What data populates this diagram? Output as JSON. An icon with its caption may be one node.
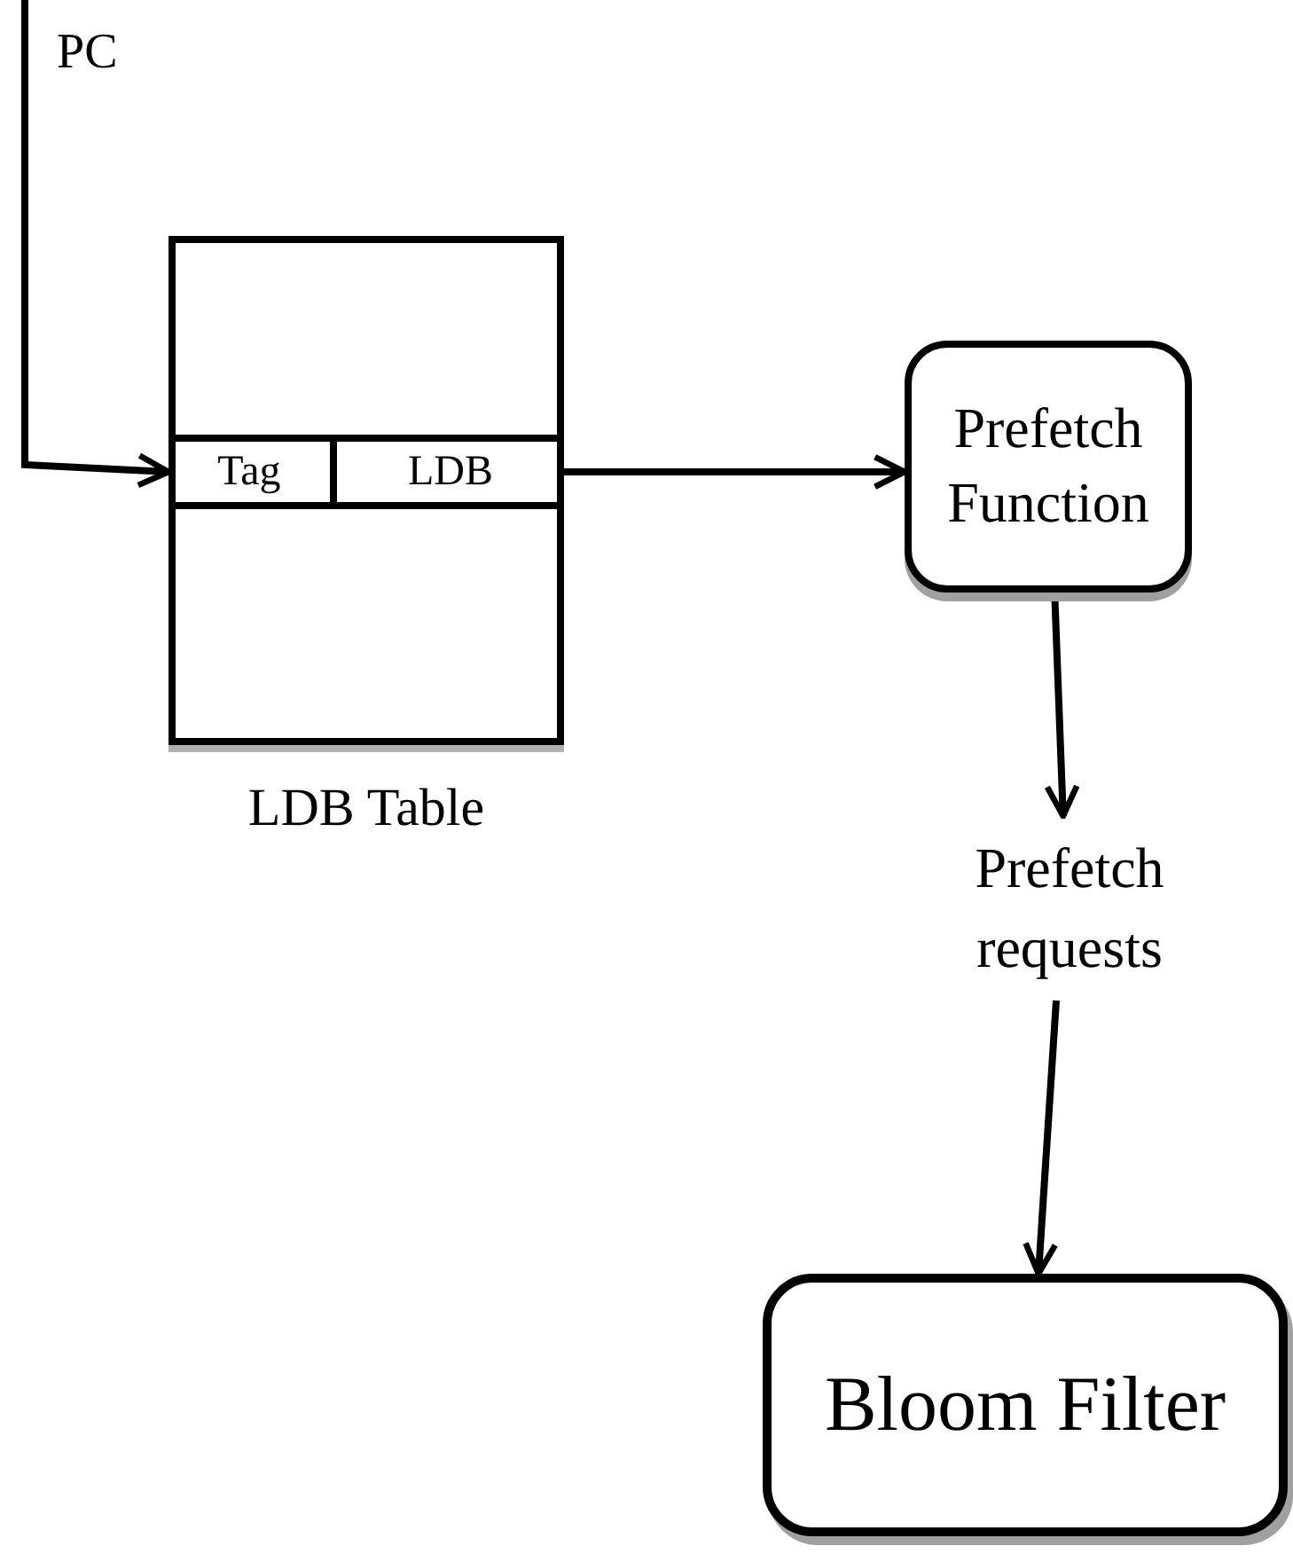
{
  "diagram": {
    "nodes": [
      {
        "text": [
          "LDB Table"
        ]
      },
      {
        "text": [
          "Tag"
        ],
        "in": 0
      },
      {
        "text": [
          "LDB"
        ],
        "in": 0
      },
      {
        "text": [
          "Prefetch Function"
        ]
      },
      {
        "text": [
          "Prefetch requests"
        ]
      },
      {
        "text": [
          "Bloom Filter"
        ]
      }
    ],
    "edges": [
      {
        "from": null,
        "to": 1,
        "arrow": "to",
        "label": "PC"
      },
      {
        "from": 2,
        "to": 3,
        "arrow": "to"
      },
      {
        "from": 3,
        "to": 4,
        "arrow": "to"
      },
      {
        "from": 4,
        "to": 5,
        "arrow": "to"
      }
    ]
  }
}
